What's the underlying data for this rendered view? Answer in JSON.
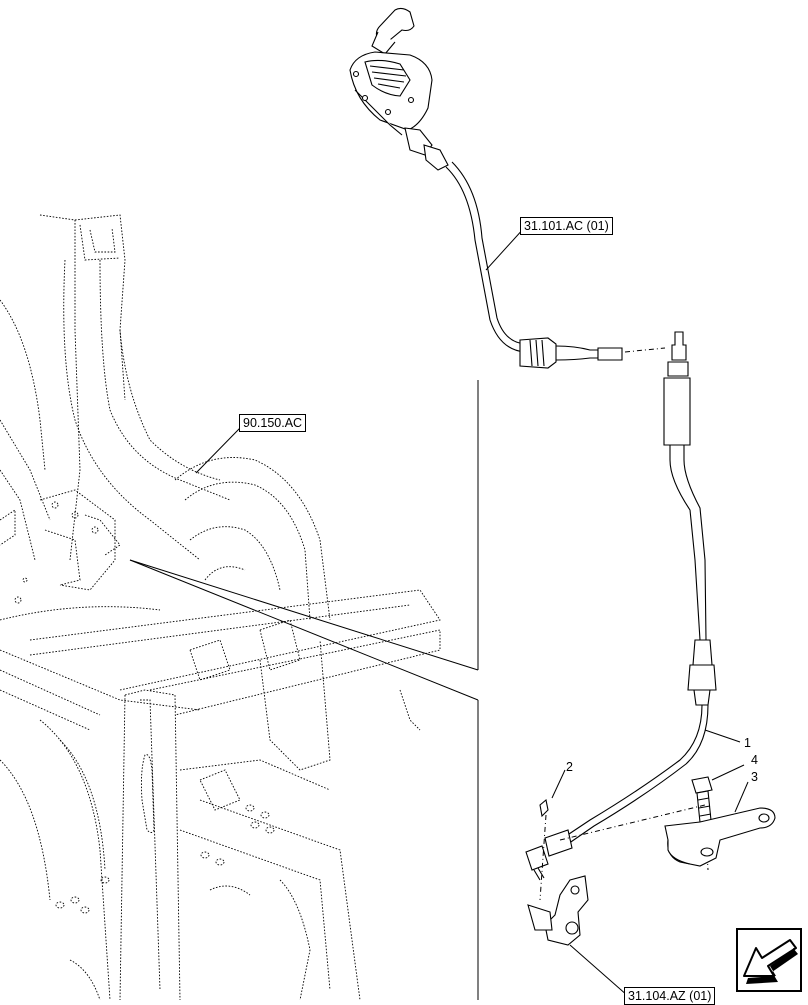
{
  "references": {
    "handle_cable": "31.101.AC (01)",
    "cab_frame": "90.150.AC",
    "bracket": "31.104.AZ (01)"
  },
  "callouts": {
    "cable": "1",
    "clip": "2",
    "lever": "3",
    "bolt": "4"
  },
  "nav": {
    "icon": "arrow-down-left-icon"
  },
  "colors": {
    "line": "#000000",
    "background": "#ffffff"
  }
}
